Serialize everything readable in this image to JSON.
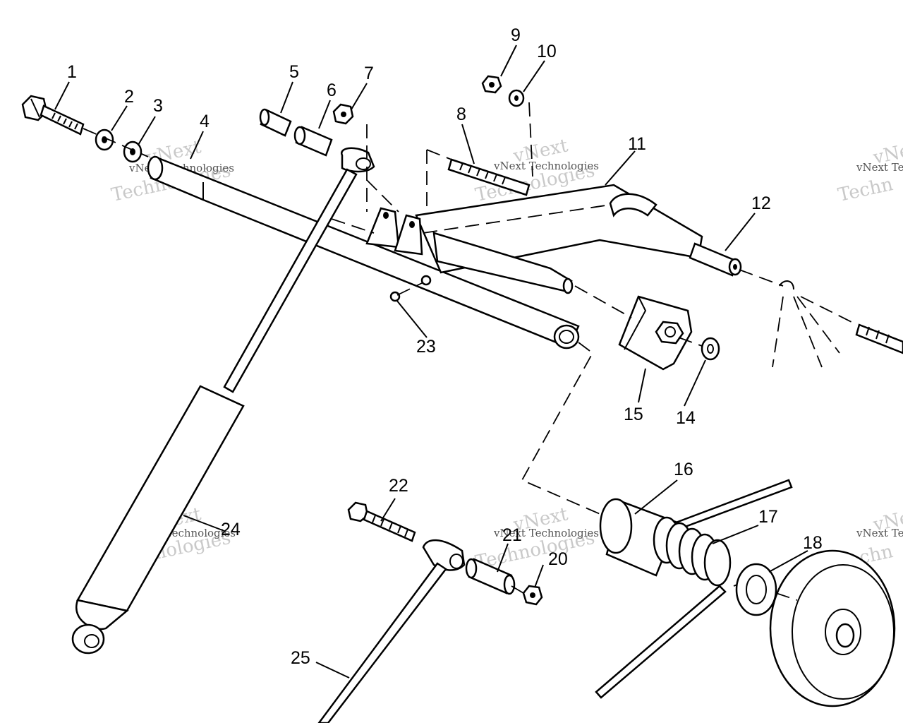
{
  "callouts": [
    "1",
    "2",
    "3",
    "4",
    "5",
    "6",
    "7",
    "8",
    "9",
    "10",
    "11",
    "12",
    "14",
    "15",
    "16",
    "17",
    "18",
    "20",
    "21",
    "22",
    "23",
    "24",
    "25"
  ],
  "watermark": {
    "line1": "vNext",
    "line2": "Technologies",
    "small": "vNext Technologies"
  },
  "watermark_partial": {
    "line1": "vNe",
    "line2": "Techn",
    "small": "vNext Te"
  }
}
